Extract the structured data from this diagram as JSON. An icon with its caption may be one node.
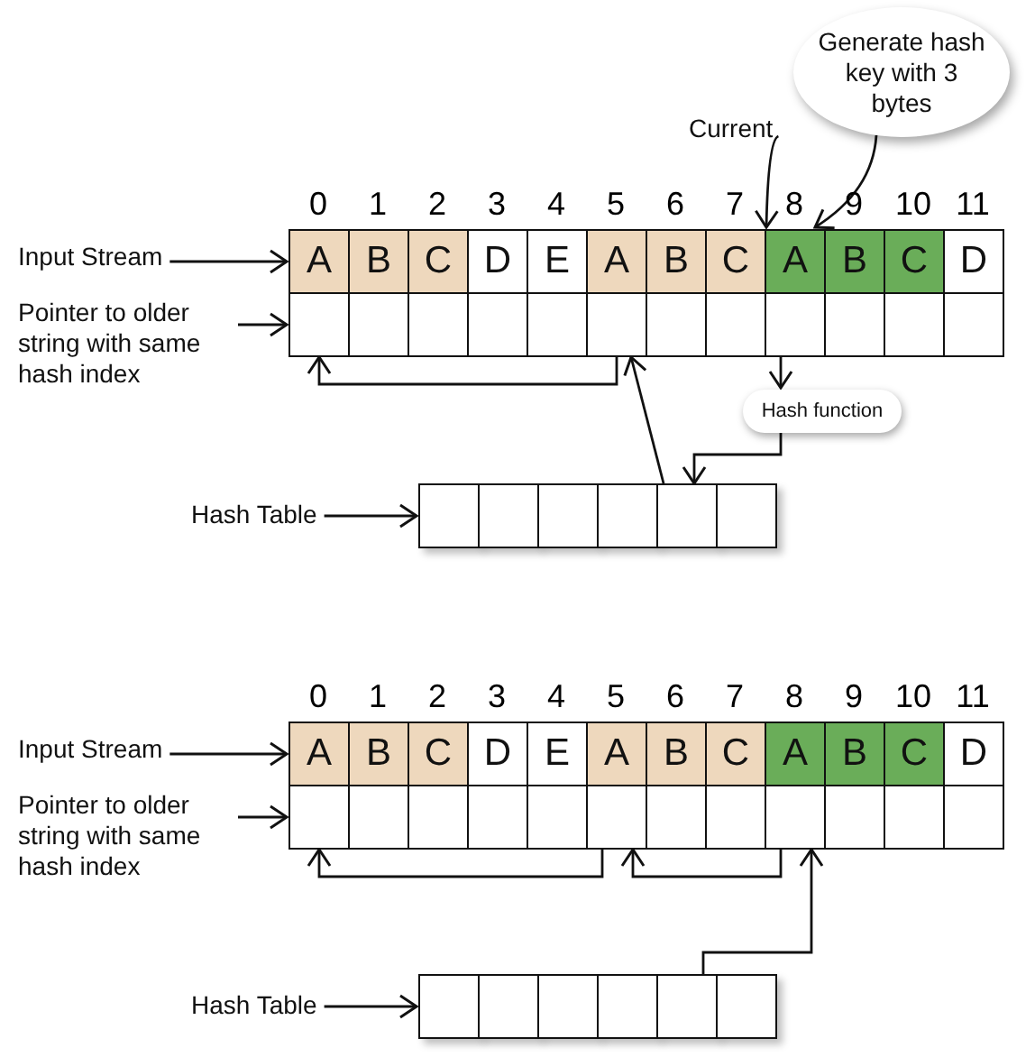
{
  "diagram": {
    "nodes": [
      {
        "text": [
          "Generate hash key with 3 bytes"
        ]
      },
      {
        "text": [
          "Current"
        ]
      },
      {
        "text": [
          "Input Stream"
        ]
      },
      {
        "text": [
          "A"
        ]
      },
      {
        "text": [
          "B"
        ]
      },
      {
        "text": [
          "C"
        ]
      },
      {
        "text": [
          "D"
        ]
      },
      {
        "text": [
          "E"
        ]
      },
      {
        "text": [
          "A"
        ]
      },
      {
        "text": [
          "B"
        ]
      },
      {
        "text": [
          "C"
        ]
      },
      {
        "text": [
          "A"
        ]
      },
      {
        "text": [
          "B"
        ]
      },
      {
        "text": [
          "C"
        ]
      },
      {
        "text": [
          "D"
        ]
      },
      {
        "text": [
          "Pointer to older string with same hash index"
        ]
      },
      {
        "text": [],
        "shape": "box"
      },
      {
        "text": [],
        "shape": "box"
      },
      {
        "text": [],
        "shape": "box"
      },
      {
        "text": [],
        "shape": "box"
      },
      {
        "text": [],
        "shape": "box"
      },
      {
        "text": [],
        "shape": "box"
      },
      {
        "text": [],
        "shape": "box"
      },
      {
        "text": [],
        "shape": "box"
      },
      {
        "text": [],
        "shape": "box"
      },
      {
        "text": [],
        "shape": "box"
      },
      {
        "text": [],
        "shape": "box"
      },
      {
        "text": [],
        "shape": "box"
      },
      {
        "text": [
          "Hash function"
        ]
      },
      {
        "text": [
          "Hash Table"
        ]
      },
      {
        "text": [],
        "shape": "box"
      },
      {
        "text": [],
        "shape": "box"
      },
      {
        "text": [],
        "shape": "box"
      },
      {
        "text": [],
        "shape": "box"
      },
      {
        "text": [],
        "shape": "box"
      },
      {
        "text": [],
        "shape": "box"
      },
      {
        "text": [
          "Input Stream"
        ]
      },
      {
        "text": [
          "A"
        ]
      },
      {
        "text": [
          "B"
        ]
      },
      {
        "text": [
          "C"
        ]
      },
      {
        "text": [
          "D"
        ]
      },
      {
        "text": [
          "E"
        ]
      },
      {
        "text": [
          "A"
        ]
      },
      {
        "text": [
          "B"
        ]
      },
      {
        "text": [
          "C"
        ]
      },
      {
        "text": [
          "A"
        ]
      },
      {
        "text": [
          "B"
        ]
      },
      {
        "text": [
          "C"
        ]
      },
      {
        "text": [
          "D"
        ]
      },
      {
        "text": [
          "Pointer to older string with same hash index"
        ]
      },
      {
        "text": [],
        "shape": "box"
      },
      {
        "text": [],
        "shape": "box"
      },
      {
        "text": [],
        "shape": "box"
      },
      {
        "text": [],
        "shape": "box"
      },
      {
        "text": [],
        "shape": "box"
      },
      {
        "text": [],
        "shape": "box"
      },
      {
        "text": [],
        "shape": "box"
      },
      {
        "text": [],
        "shape": "box"
      },
      {
        "text": [],
        "shape": "box"
      },
      {
        "text": [],
        "shape": "box"
      },
      {
        "text": [],
        "shape": "box"
      },
      {
        "text": [],
        "shape": "box"
      },
      {
        "text": [
          "Hash Table"
        ]
      },
      {
        "text": [],
        "shape": "box"
      },
      {
        "text": [],
        "shape": "box"
      },
      {
        "text": [],
        "shape": "box"
      },
      {
        "text": [],
        "shape": "box"
      },
      {
        "text": [],
        "shape": "box"
      },
      {
        "text": [],
        "shape": "box"
      }
    ],
    "edges": [
      {
        "from": 0,
        "to": 11,
        "arrow": "to"
      },
      {
        "from": 1,
        "to": 11,
        "arrow": "to"
      },
      {
        "from": 2,
        "to": 3,
        "arrow": "to"
      },
      {
        "from": 15,
        "to": 16,
        "arrow": "to"
      },
      {
        "from": 21,
        "to": 16,
        "arrow": "to"
      },
      {
        "from": 24,
        "to": 28,
        "arrow": "to"
      },
      {
        "from": 28,
        "to": 34,
        "arrow": "to"
      },
      {
        "from": 34,
        "to": 21,
        "arrow": "to"
      },
      {
        "from": 29,
        "to": 30,
        "arrow": "to"
      },
      {
        "from": 36,
        "to": 37,
        "arrow": "to"
      },
      {
        "from": 49,
        "to": 50,
        "arrow": "to"
      },
      {
        "from": 55,
        "to": 50,
        "arrow": "to"
      },
      {
        "from": 58,
        "to": 55,
        "arrow": "to"
      },
      {
        "from": 67,
        "to": 58,
        "arrow": "to"
      },
      {
        "from": 62,
        "to": 63,
        "arrow": "to"
      }
    ],
    "labels": [
      "0",
      "1",
      "2",
      "3",
      "4",
      "5",
      "6",
      "7",
      "8",
      "9",
      "10",
      "11",
      "0",
      "1",
      "2",
      "3",
      "4",
      "5",
      "6",
      "7",
      "8",
      "9",
      "10",
      "11"
    ]
  }
}
